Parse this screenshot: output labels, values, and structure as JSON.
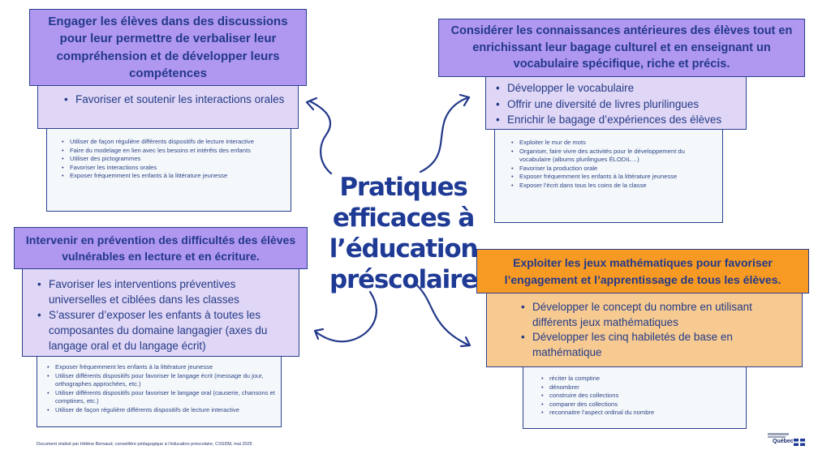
{
  "title": [
    "Pratiques",
    "efficaces à",
    "l’éducation",
    "préscolaire"
  ],
  "quadrants": {
    "top_left": {
      "header": "Engager les élèves dans des discussions pour leur permettre de verbaliser leur compréhension et de développer leurs compétences",
      "main_points": [
        "Favoriser et soutenir les interactions orales"
      ],
      "examples": [
        "Utiliser de façon régulière différents dispositifs de lecture interactive",
        "Faire du modelage en lien avec les besoins et intérêts des enfants",
        "Utiliser des pictogrammes",
        "Favoriser les interactions orales",
        "Exposer fréquemment les enfants à la littérature jeunesse"
      ]
    },
    "top_right": {
      "header": "Considérer les connaissances antérieures des élèves tout en enrichissant leur bagage culturel et en enseignant un vocabulaire spécifique, riche et précis.",
      "main_points": [
        "Développer le vocabulaire",
        "Offrir une diversité de livres plurilingues",
        "Enrichir le bagage d’expériences des élèves"
      ],
      "examples": [
        "Exploiter le mur de mots",
        "Organiser, faire vivre des activités pour le développement du vocabulaire (albums plurilingues ÉLODIL…)",
        "Favoriser la production orale",
        "Exposer fréquemment les enfants à la littérature jeunesse",
        "Exposer l’écrit dans tous les coins de la classe"
      ]
    },
    "bottom_left": {
      "header": "Intervenir en prévention des difficultés des élèves vulnérables en lecture et en écriture.",
      "main_points": [
        "Favoriser les interventions préventives universelles et ciblées dans les classes",
        "S’assurer d’exposer les enfants à toutes les composantes du domaine langagier (axes du langage oral et du langage écrit)"
      ],
      "examples": [
        "Exposer fréquemment les enfants à la littérature jeunesse",
        "Utiliser différents dispositifs pour favoriser le langage écrit (message du jour, orthographes approchées, etc.)",
        "Utiliser différents dispositifs pour favoriser le langage oral (causerie, chansons et comptines, etc.)",
        "Utiliser de façon régulière différents dispositifs de lecture interactive"
      ]
    },
    "bottom_right": {
      "header": "Exploiter les jeux mathématiques pour favoriser l’engagement et l’apprentissage de tous les élèves.",
      "main_points": [
        "Développer le concept du nombre en utilisant différents jeux mathématiques",
        "Développer les cinq habiletés de base en mathématique"
      ],
      "examples": [
        "réciter la comptine",
        "dénombrer",
        "construire des collections",
        "comparer des collections",
        "reconnaitre l’aspect ordinal du nombre"
      ]
    }
  },
  "footer": "Document réalisé par Hélène Bernaud, conseillère pédagogique à l’éducation préscolaire, CSSDM, mai 2025",
  "logo_text": "Québec",
  "colors": {
    "navy": "#23398a",
    "purple_header": "#b097f0",
    "purple_light": "#e0d6f6",
    "orange_header": "#f79a23",
    "orange_light": "#f7ca92"
  },
  "icons": [
    "curved-arrow-icon",
    "quebec-flag-icon"
  ]
}
